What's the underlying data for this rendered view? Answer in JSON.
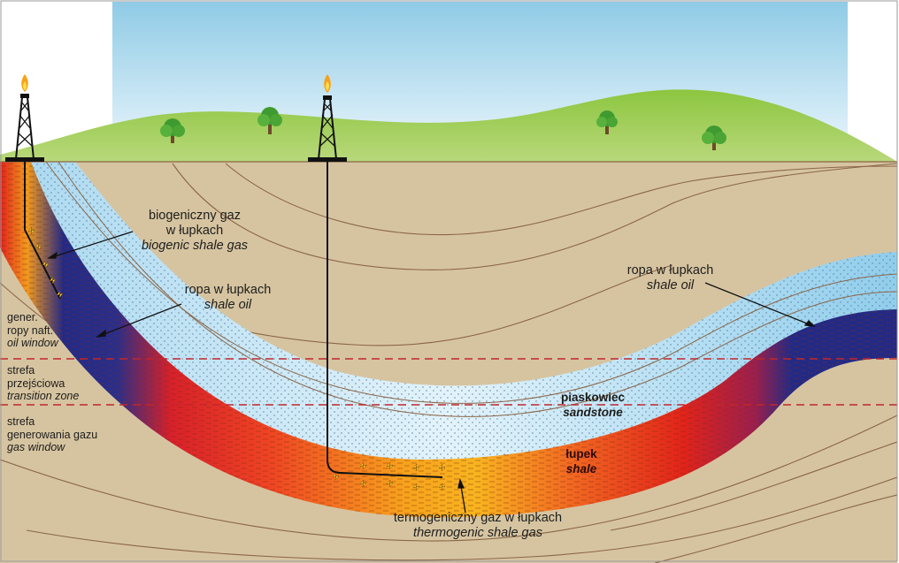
{
  "labels": {
    "biogenic": {
      "pl_line1": "biogeniczny gaz",
      "pl_line2": "w łupkach",
      "en": "biogenic shale gas"
    },
    "shale_oil_left": {
      "pl": "ropa w łupkach",
      "en": "shale oil"
    },
    "shale_oil_right": {
      "pl": "ropa w łupkach",
      "en": "shale oil"
    },
    "sandstone": {
      "pl": "piaskowiec",
      "en": "sandstone"
    },
    "shale": {
      "pl": "łupek",
      "en": "shale"
    },
    "thermogenic": {
      "pl": "termogeniczny gaz w łupkach",
      "en": "thermogenic shale gas"
    }
  },
  "zones": {
    "oil_window": {
      "pl_line1": "gener.",
      "pl_line2": "ropy naft.",
      "en": "oil window"
    },
    "transition": {
      "pl_line1": "strefa",
      "pl_line2": "przejściowa",
      "en": "transition zone"
    },
    "gas_window": {
      "pl_line1": "strefa",
      "pl_line2": "generowania gazu",
      "en": "gas window"
    }
  },
  "colors": {
    "sky_top": "#8fcbe6",
    "ground": "#d6c4a1",
    "grass": "#8cc63f",
    "sandstone": "#c4e6f6",
    "oil": "#232a86",
    "gas_hot": "#e2231a",
    "gas_warm": "#f7a21c",
    "dashed_line": "#c1272d"
  }
}
